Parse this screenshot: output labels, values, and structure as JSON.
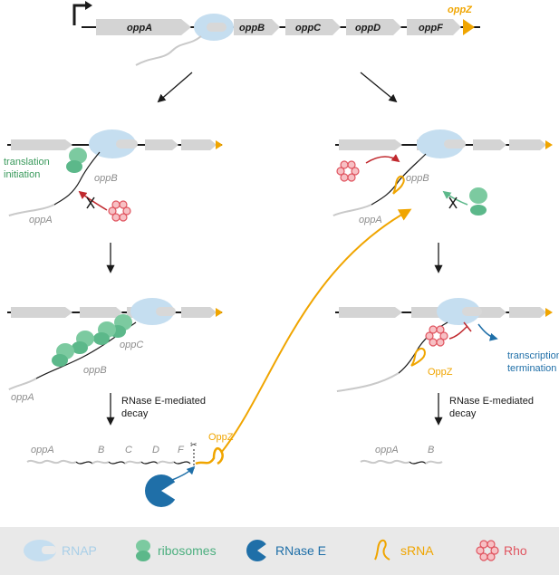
{
  "operon": {
    "genes": [
      "oppA",
      "oppB",
      "oppC",
      "oppD",
      "oppF"
    ],
    "extra_gene": "oppZ"
  },
  "left": {
    "translation_label": [
      "translation",
      "initiation"
    ],
    "gene_oppB": "oppB",
    "gene_oppA": "oppA",
    "gene_oppC": "oppC",
    "decay_label": [
      "RNase E-mediated",
      "decay"
    ],
    "fragments": [
      "oppA",
      "B",
      "C",
      "D",
      "F"
    ],
    "oppz": "OppZ"
  },
  "right": {
    "gene_oppB": "oppB",
    "gene_oppA": "oppA",
    "termination_label": [
      "transcription",
      "termination"
    ],
    "oppz": "OppZ",
    "decay_label": [
      "RNase E-mediated",
      "decay"
    ],
    "fragments": [
      "oppA",
      "B"
    ]
  },
  "legend": [
    {
      "label": "RNAP",
      "color": "#a9cfe8",
      "icon": "rnap-icon"
    },
    {
      "label": "ribosomes",
      "color": "#4caf7f",
      "icon": "ribosome-icon"
    },
    {
      "label": "RNase E",
      "color": "#1f6fa8",
      "icon": "rnase-e-icon"
    },
    {
      "label": "sRNA",
      "color": "#f0a500",
      "icon": "srna-icon"
    },
    {
      "label": "Rho",
      "color": "#e05560",
      "icon": "rho-icon"
    }
  ]
}
